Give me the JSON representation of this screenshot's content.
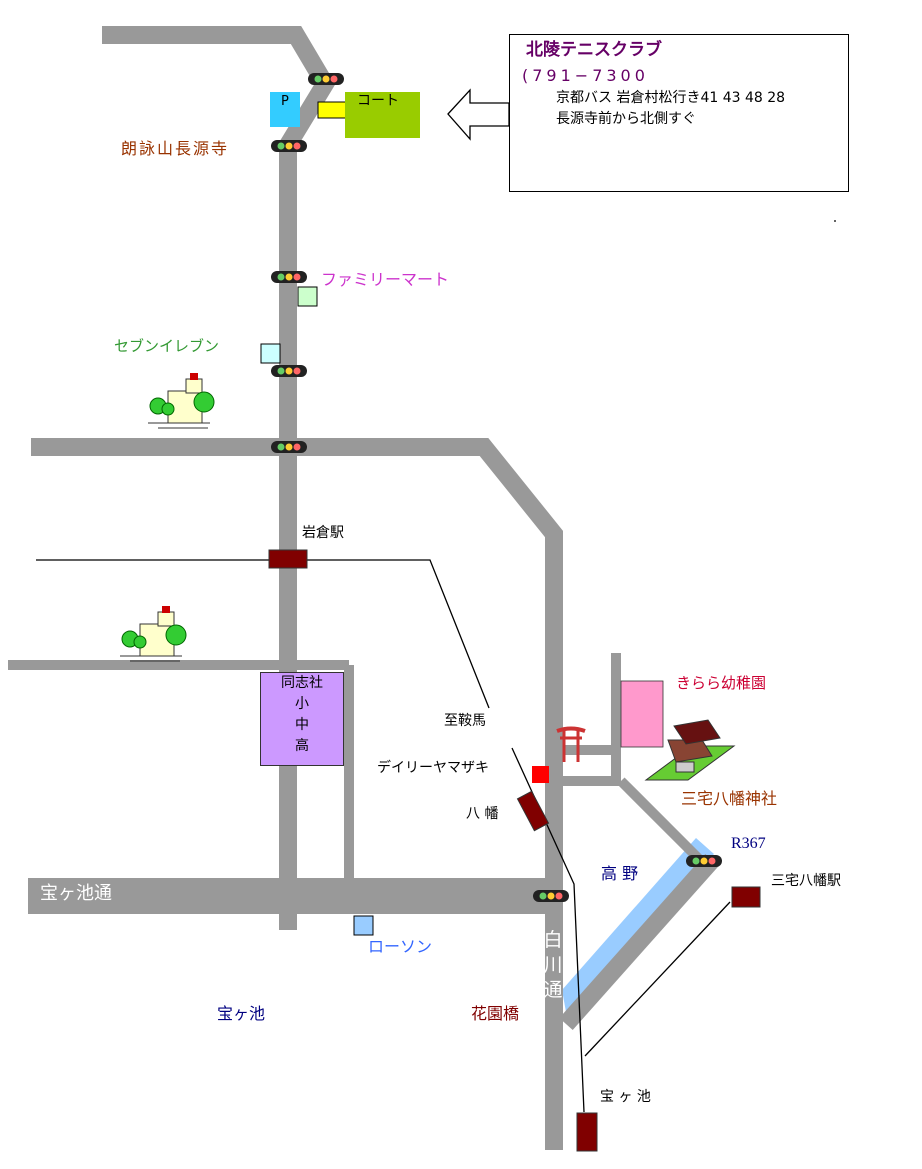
{
  "club": {
    "name": "北陵テニスクラブ",
    "phone": "(791−7300",
    "bus": "京都バス 岩倉村松行き41 43 48 28",
    "access": "長源寺前から北側すぐ"
  },
  "parking": {
    "label": "P"
  },
  "court": {
    "label": "コート"
  },
  "labels": {
    "temple": "朗詠山長源寺",
    "familymart": "ファミリーマート",
    "seveneleven": "セブンイレブン",
    "iwakura_station": "岩倉駅",
    "kurama": "至鞍馬",
    "daily_yamazaki": "デイリーヤマザキ",
    "hachiman": "八 幡",
    "kirara": "きらら幼稚園",
    "shrine": "三宅八幡神社",
    "route": "R367",
    "miyake_station": "三宅八幡駅",
    "takano": "高 野",
    "takaragaike_dori": "宝ヶ池通",
    "lawson": "ローソン",
    "takaragaike_pond": "宝ヶ池",
    "kaenbashi": "花園橋",
    "takaragaike_station": "宝 ヶ 池"
  },
  "school": {
    "lines": [
      "同志社",
      "小",
      "中",
      "高"
    ]
  },
  "shirakawa": {
    "lines": [
      "白",
      "川",
      "通"
    ]
  },
  "colors": {
    "road": "#999999",
    "station": "#800000",
    "river": "#99ccff",
    "court": "#99cc00",
    "parking": "#33ccff",
    "school": "#cc99ff",
    "kindergarten": "#ff99cc",
    "daily": "#ff0000"
  }
}
